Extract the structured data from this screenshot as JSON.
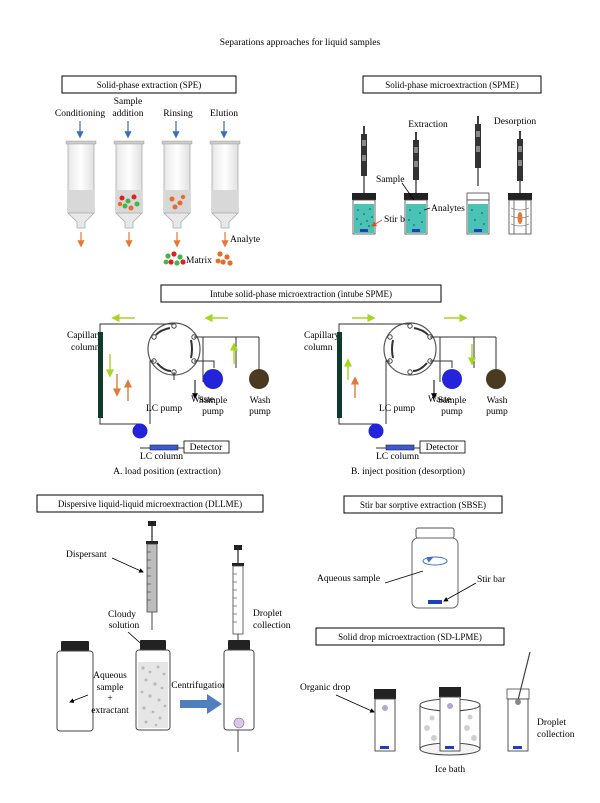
{
  "title": "Separations approaches for liquid samples",
  "spe": {
    "title": "Solid-phase extraction (SPE)",
    "steps": [
      "Conditioning",
      "Sample",
      "addition",
      "Rinsing",
      "Elution"
    ],
    "matrix": "Matrix",
    "analyte": "Analyte"
  },
  "spme": {
    "title": "Solid-phase microextraction (SPME)",
    "extraction": "Extraction",
    "desorption": "Desorption",
    "sample": "Sample",
    "stir_bar": "Stir bar",
    "analytes": "Analytes"
  },
  "intube": {
    "title": "Intube solid-phase microextraction (intube SPME)",
    "capillary": "Capillary",
    "column": "column",
    "waste": "Waste",
    "lc_pump": "LC pump",
    "sample_pump_1": "Sample",
    "sample_pump_2": "pump",
    "wash_pump_1": "Wash",
    "wash_pump_2": "pump",
    "lc_column": "LC column",
    "detector": "Detector",
    "caption_a": "A. load position (extraction)",
    "caption_b": "B. inject position (desorption)"
  },
  "dllme": {
    "title": "Dispersive liquid-liquid microextraction (DLLME)",
    "dispersant": "Dispersant",
    "cloudy_1": "Cloudy",
    "cloudy_2": "solution",
    "aqueous_1": "Aqueous",
    "aqueous_2": "sample",
    "plus": "+",
    "aqueous_3": "extractant",
    "centrifugation": "Centrifugation",
    "droplet_1": "Droplet",
    "droplet_2": "collection"
  },
  "sbse": {
    "title": "Stir bar sorptive extraction (SBSE)",
    "aqueous_sample": "Aqueous sample",
    "stir_bar": "Stir bar"
  },
  "sdlpme": {
    "title": "Solid drop microextraction (SD-LPME)",
    "organic_drop": "Organic drop",
    "ice_bath": "Ice bath",
    "droplet_1": "Droplet",
    "droplet_2": "collection"
  },
  "colors": {
    "blue_arrow": "#3a6fc4",
    "orange_arrow": "#e07b39",
    "green_arrow": "#a6d61e",
    "sample_pump": "#2323d9",
    "wash_pump": "#4a3a22",
    "vial_fill": "#4ac3b6",
    "spe_bed": "#d8d8d8",
    "centrifuge_arrow": "#4f7fbf"
  }
}
